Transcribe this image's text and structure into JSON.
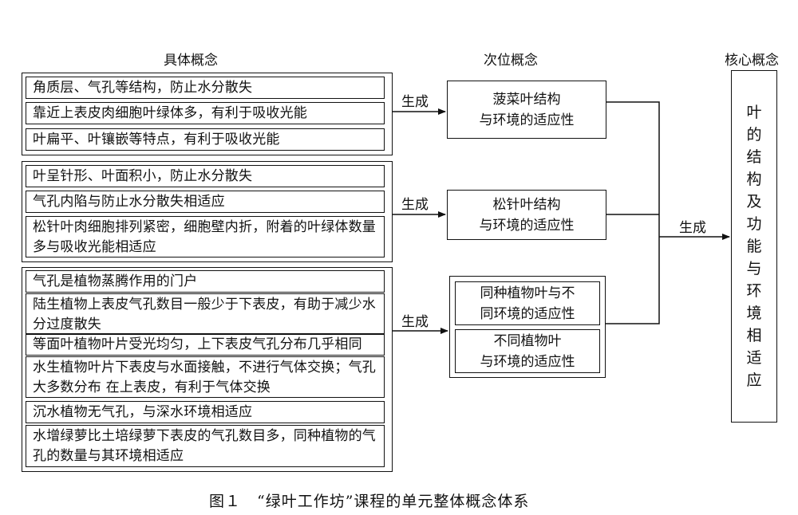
{
  "headers": {
    "concrete": "具体概念",
    "secondary": "次位概念",
    "core": "核心概念"
  },
  "groups": [
    {
      "items": [
        "角质层、气孔等结构，防止水分散失",
        "靠近上表皮肉细胞叶绿体多，有利于吸收光能",
        "叶扁平、叶镶嵌等特点，有利于吸收光能"
      ]
    },
    {
      "items": [
        "叶呈针形、叶面积小，防止水分散失",
        "气孔内陷与防止水分散失相适应",
        "松针叶肉细胞排列紧密，细胞壁内折，附着的叶绿体数量多与吸收光能相适应"
      ]
    },
    {
      "items": [
        "气孔是植物蒸腾作用的门户",
        "陆生植物上表皮气孔数目一般少于下表皮，有助于减少水分过度散失",
        "等面叶植物叶片受光均匀，上下表皮气孔分布几乎相同",
        "水生植物叶片下表皮与水面接触，不进行气体交换；气孔大多数分布 在上表皮，有利于气体交换",
        "沉水植物无气孔，与深水环境相适应",
        "水增绿萝比土培绿萝下表皮的气孔数目多，同种植物的气孔的数量与其环境相适应"
      ]
    }
  ],
  "secondary": {
    "spinach": "菠菜叶结构\n与环境的适应性",
    "pine": "松针叶结构\n与环境的适应性",
    "same_species": "同种植物叶与不\n同环境的适应性",
    "diff_species": "不同植物叶\n与环境的适应性"
  },
  "core": "叶的结构及功能与环境相适应",
  "arrow_labels": {
    "a1": "生成",
    "a2": "生成",
    "a3": "生成",
    "a4": "生成"
  },
  "caption": "图１　“绿叶工作坊”课程的单元整体概念体系"
}
